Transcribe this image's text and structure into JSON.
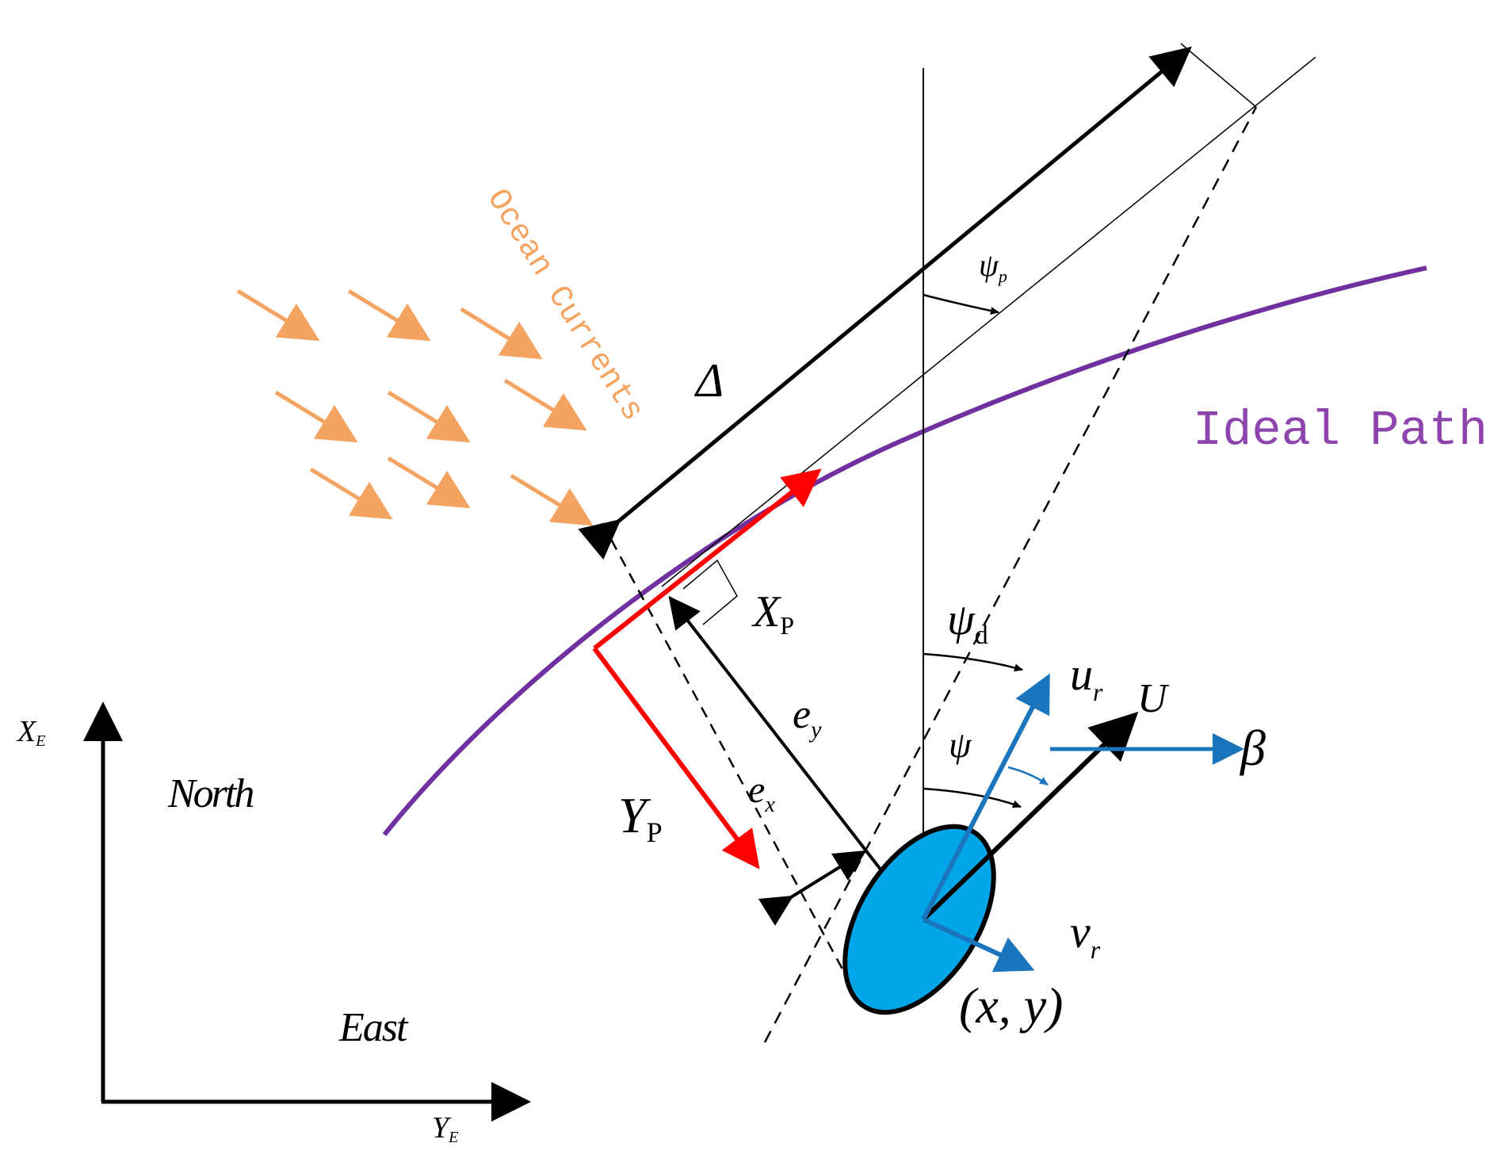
{
  "labels": {
    "ocean_currents": "Ocean Currents",
    "ideal_path": "Ideal Path",
    "delta": "Δ",
    "psi_p": "ψ",
    "psi_p_sub": "p",
    "x_p": "X",
    "x_p_sub": "P",
    "y_p": "Y",
    "y_p_sub": "P",
    "psi_d": "ψ",
    "psi_d_sub": "d",
    "psi": "ψ",
    "e_y": "e",
    "e_y_sub": "y",
    "e_x": "e",
    "e_x_sub": "x",
    "u_r": "u",
    "u_r_sub": "r",
    "U": "U",
    "beta": "β",
    "v_r": "v",
    "v_r_sub": "r",
    "position": "(x, y)",
    "x_e": "X",
    "x_e_sub": "E",
    "y_e": "Y",
    "y_e_sub": "E",
    "north": "North",
    "east": "East"
  },
  "colors": {
    "path": "#7030A0",
    "currents": "#F4A460",
    "guidance": "#FF0000",
    "vehicle_fill": "#00A6E8",
    "velocity": "#1B75BC",
    "line": "#000000"
  }
}
